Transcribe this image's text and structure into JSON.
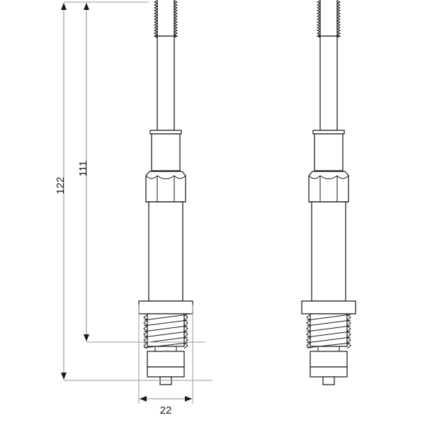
{
  "drawing": {
    "type": "technical-line-drawing",
    "subject": "faucet-valve-cartridge",
    "background_color": "#ffffff",
    "line_color": "#1a1a1a",
    "dimension_color": "#8a8a8a",
    "views": [
      {
        "name": "left-view",
        "label": ""
      },
      {
        "name": "right-view",
        "label": ""
      }
    ]
  },
  "dimensions": {
    "overall_height": "122",
    "inner_height": "111",
    "width": "22"
  },
  "units": {
    "note": ""
  }
}
